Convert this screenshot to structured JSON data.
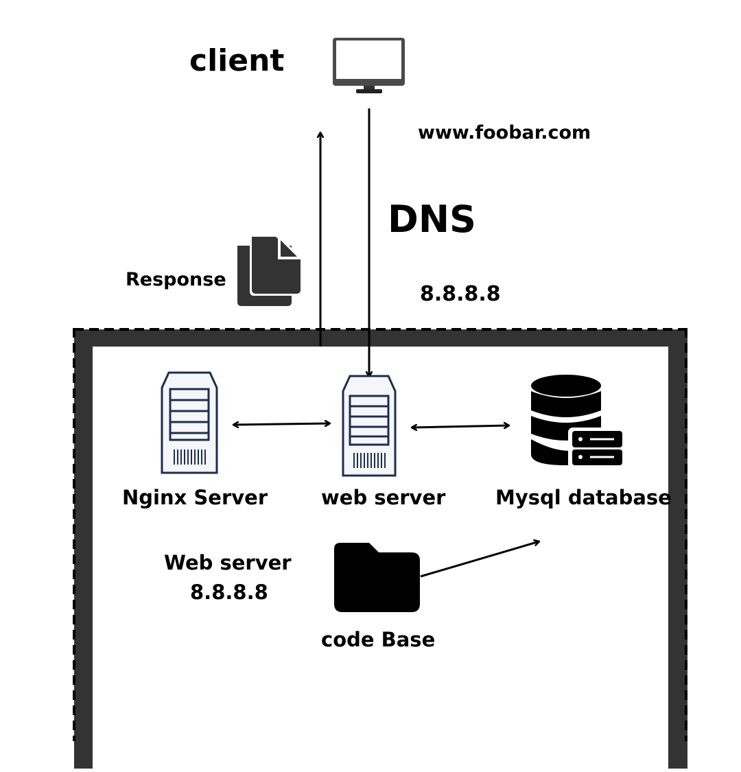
{
  "client": {
    "label": "client",
    "icon": "monitor-icon"
  },
  "dns": {
    "domain": "www.foobar.com",
    "label": "DNS",
    "ip": "8.8.8.8"
  },
  "response": {
    "label": "Response",
    "icon": "documents-icon"
  },
  "nodes": {
    "nginx": {
      "label": "Nginx Server",
      "icon": "server-icon"
    },
    "web": {
      "label": "web server",
      "icon": "server-icon"
    },
    "mysql": {
      "label": "Mysql database",
      "icon": "database-icon"
    },
    "codebase": {
      "label": "code Base",
      "icon": "folder-icon"
    }
  },
  "server_info": {
    "title": "Web server",
    "ip": "8.8.8.8"
  },
  "colors": {
    "frame": "#333333",
    "server_outline": "#1f2d4d",
    "icon_dark": "#333333",
    "text": "#000000"
  }
}
